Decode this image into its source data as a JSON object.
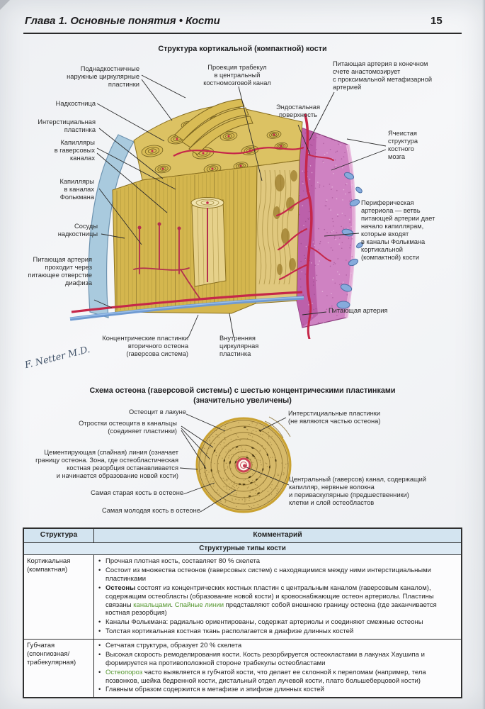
{
  "page": {
    "chapter_header": "Глава 1. Основные понятия  •  Кости",
    "page_number": "15"
  },
  "figure1": {
    "title": "Структура кортикальной (компактной) кости",
    "signature": "F. Netter M.D.",
    "labels": {
      "subperiosteal_plates": "Поднадкостничные\nнаружные циркулярные\nпластинки",
      "periosteum": "Надкостница",
      "interstitial_plate": "Интерстициальная\nпластинка",
      "capillaries_haversian": "Капилляры\nв гаверсовых\nканалах",
      "capillaries_volkmann": "Капилляры\nв каналах\nФолькмана",
      "periosteum_vessels": "Сосуды\nнадкостницы",
      "nutrient_artery_foramen": "Питающая артерия\nпроходит через\nпитающее отверстие\nдиафиза",
      "trabecular_projection": "Проекция трабекул\nв центральный\nкостномозговой канал",
      "endosteal_surface": "Эндостальная\nповерхность",
      "nutrient_artery_anastomosis": "Питающая артерия в конечном\nсчете анастомозирует\nс проксимальной метафизарной\nартерией",
      "marrow_structure": "Ячеистая\nструктура\nкостного\nмозга",
      "peripheral_arteriole": "Периферическая\nартериола — ветвь\nпитающей артерии дает\nначало капиллярам,\nкоторые входят\nв каналы Фолькмана\nкортикальной\n(компактной) кости",
      "nutrient_artery": "Питающая артерия",
      "concentric_plates": "Концентрические пластинки\nвторичного остеона\n(гаверсова система)",
      "inner_circular_plate": "Внутренняя\nциркулярная\nпластинка"
    }
  },
  "figure2": {
    "title": "Схема остеона (гаверсовой системы) с шестью концентрическими пластинками\n(значительно увеличены)",
    "labels": {
      "osteocyte": "Остеоцит в лакуне",
      "processes": "Отростки остеоцита в канальцы\n(соединяет пластинки)",
      "cement_line": "Цементирующая (спайная) линия (означает\nграницу остеона. Зона, где остеобластическая\nкостная резорбция останавливается\nи начинается образование новой кости)",
      "oldest_bone": "Самая старая кость в остеоне",
      "youngest_bone": "Самая молодая кость в остеоне",
      "interstitial_plates": "Интерстициальные пластинки\n(не являются частью остеона)",
      "central_canal": "Центральный (гаверсов) канал, содержащий\nкапилляр, нервные волокна\nи периваскулярные (предшественники)\nклетки и слой остеобластов"
    }
  },
  "table": {
    "col1_header": "Структура",
    "col2_header": "Комментарий",
    "section_header": "Структурные типы кости",
    "rows": [
      {
        "structure": "Кортикальная\n(компактная)",
        "bullets": [
          [
            {
              "t": "Прочная плотная кость, составляет 80 % скелета"
            }
          ],
          [
            {
              "t": "Состоит из множества остеонов (гаверсовых систем) с находящимися между ними интерстициальными пластинками"
            }
          ],
          [
            {
              "t": "Остеоны",
              "b": true
            },
            {
              "t": " состоят из концентрических костных пластин с центральным каналом (гаверсовым каналом), содержащим остеобласты (образование новой кости) и кровоснабжающие остеон артериолы. Пластины связаны "
            },
            {
              "t": "канальцами",
              "g": true
            },
            {
              "t": ". "
            },
            {
              "t": "Спайные линии",
              "g": true
            },
            {
              "t": " представляют собой внешнюю границу остеона (где заканчивается костная резорбция)"
            }
          ],
          [
            {
              "t": "Каналы Фолькмана: радиально ориентированы, содержат артериолы и соединяют смежные остеоны"
            }
          ],
          [
            {
              "t": "Толстая кортикальная костная ткань располагается в диафизе длинных костей"
            }
          ]
        ]
      },
      {
        "structure": "Губчатая\n(спонгиозная/\nтрабекулярная)",
        "bullets": [
          [
            {
              "t": "Сетчатая структура, образует 20 % скелета"
            }
          ],
          [
            {
              "t": "Высокая скорость ремоделирования кости. Кость резорбируется остеокластами в лакунах Хаушипа и формируется на противоположной стороне трабекулы остеобластами"
            }
          ],
          [
            {
              "t": "Остеопороз",
              "g": true
            },
            {
              "t": " часто выявляется в губчатой кости, что делает ее склонной к переломам (например, тела позвонков, шейка бедренной кости, дистальный отдел лучевой кости, плато большеберцовой кости)"
            }
          ],
          [
            {
              "t": "Главным образом содержится в метафизе и эпифизе длинных костей"
            }
          ]
        ]
      }
    ]
  },
  "colors": {
    "bone_yellow": "#d6b94f",
    "bone_light": "#e6d18a",
    "marrow_pink": "#cf82c2",
    "periosteum_blue": "#a9cade",
    "artery_red": "#c5274a",
    "vein_blue": "#6f9ad1",
    "table_header_bg": "#d3e4f0",
    "highlight_green": "#55972f"
  }
}
